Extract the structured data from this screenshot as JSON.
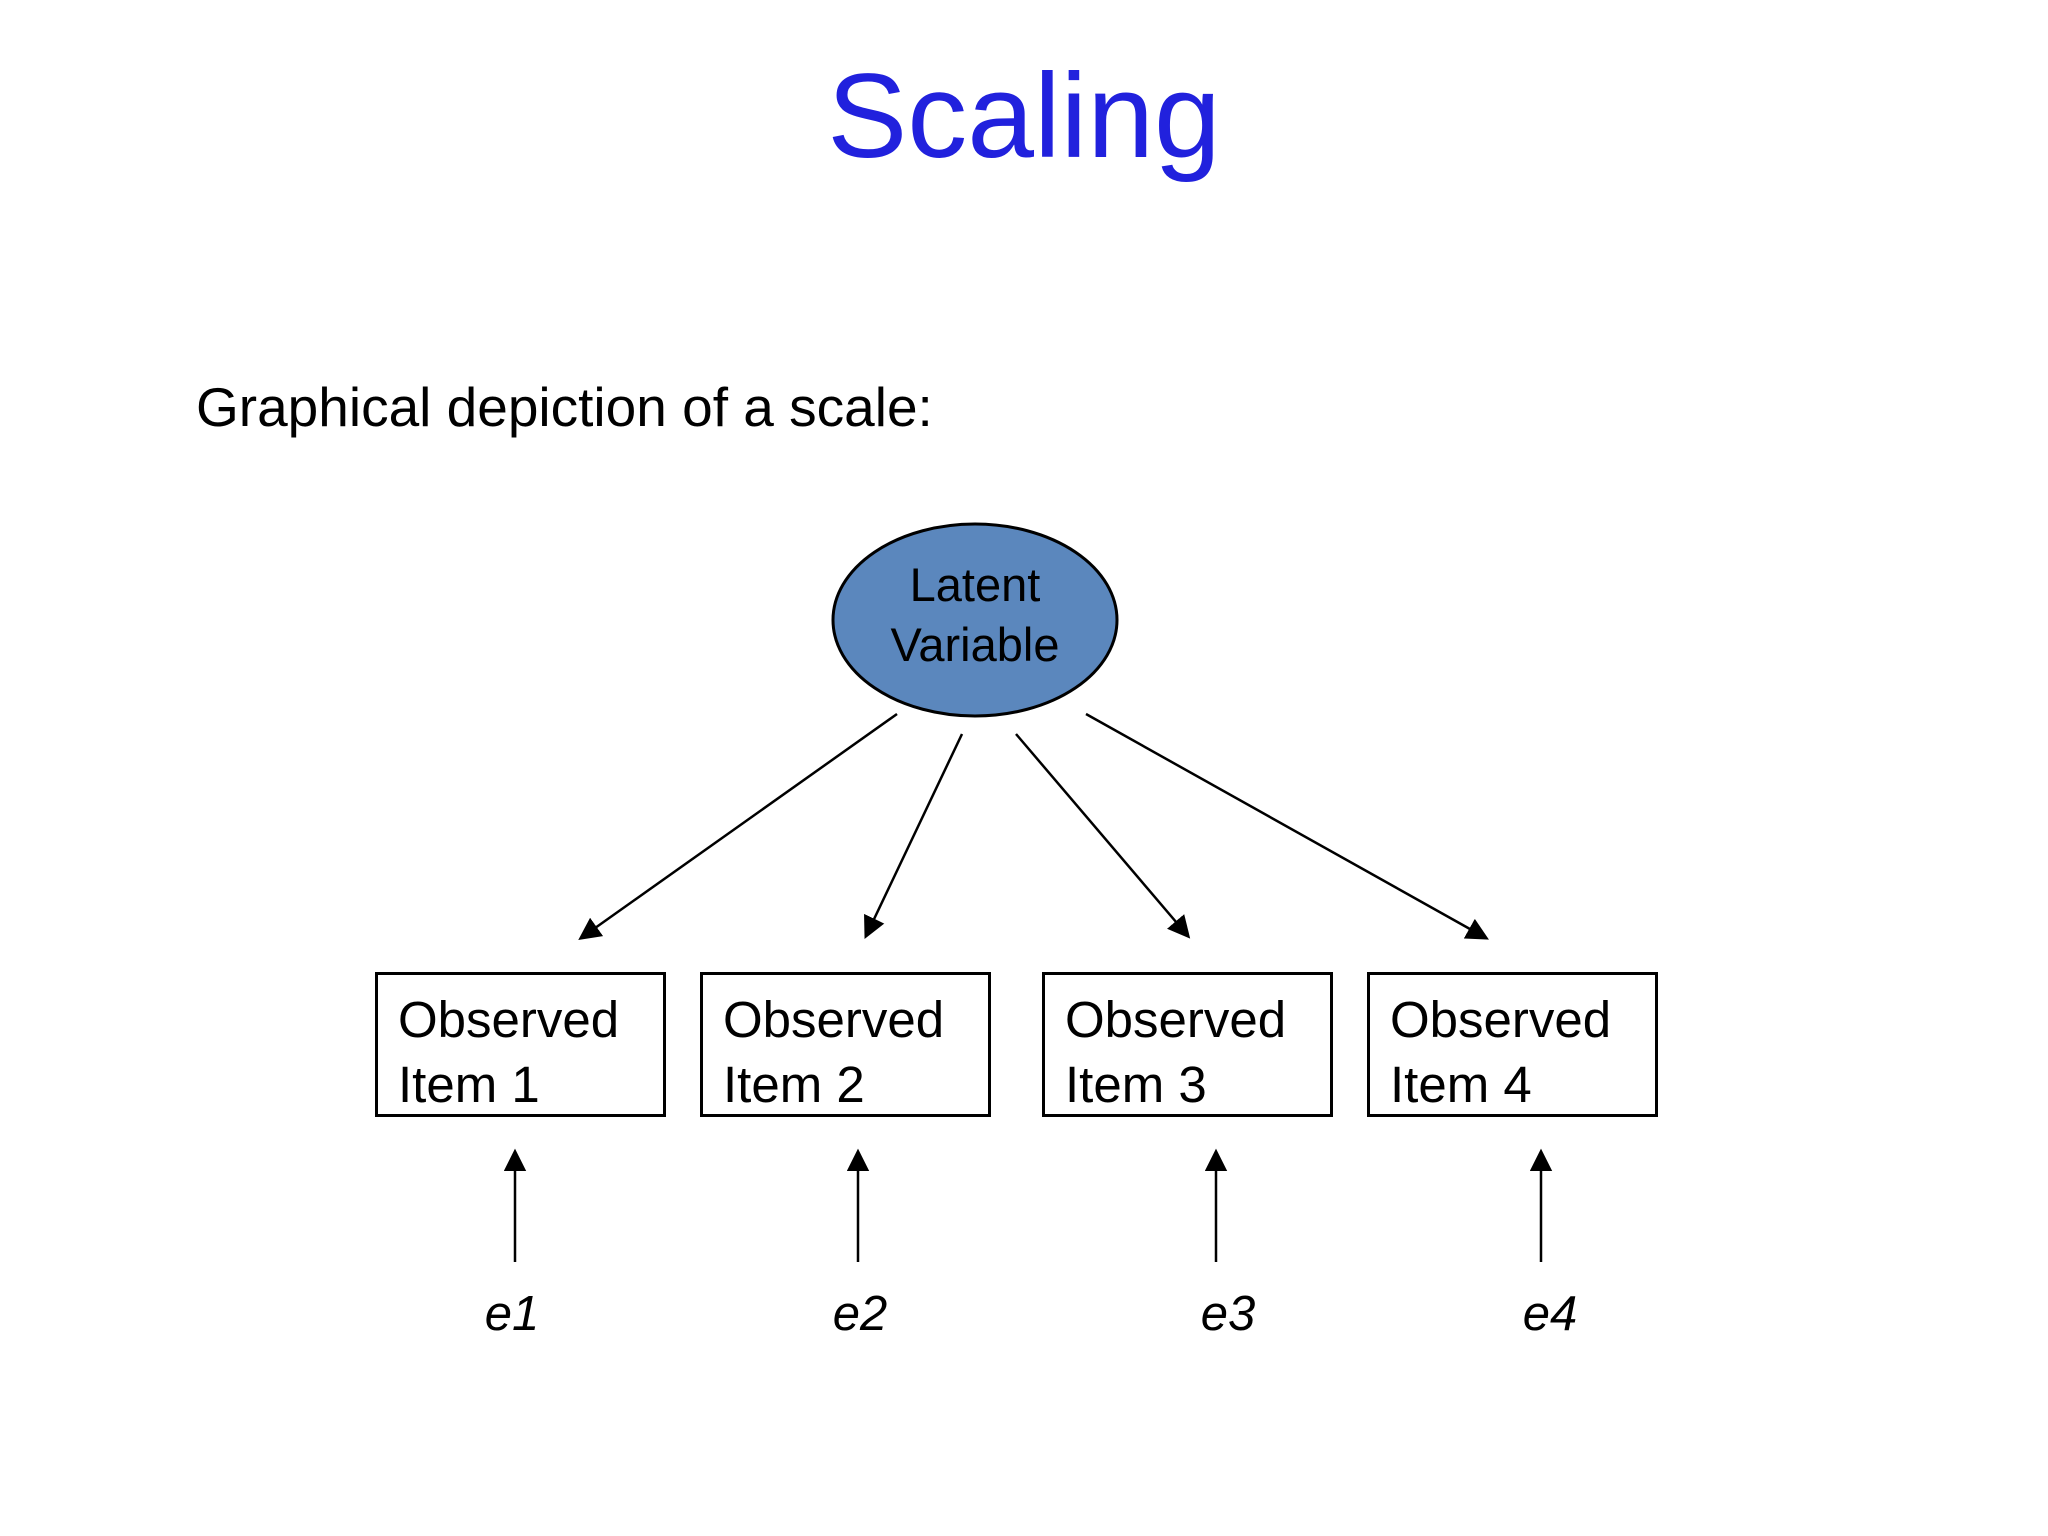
{
  "slide": {
    "title": "Scaling",
    "subtitle": "Graphical depiction of a scale:",
    "latent": {
      "label": "Latent Variable",
      "shape": "ellipse"
    },
    "observed_items": [
      {
        "label": "Observed Item 1",
        "error_label": "e1"
      },
      {
        "label": "Observed Item 2",
        "error_label": "e2"
      },
      {
        "label": "Observed Item 3",
        "error_label": "e3"
      },
      {
        "label": "Observed Item 4",
        "error_label": "e4"
      }
    ],
    "colors": {
      "title_text": "#2121dd",
      "latent_fill": "#5b87bd",
      "outline": "#000000",
      "background": "#ffffff"
    }
  },
  "diagram": {
    "type": "latent-variable-measurement-model",
    "edges": [
      "Latent Variable -> Observed Item 1",
      "Latent Variable -> Observed Item 2",
      "Latent Variable -> Observed Item 3",
      "Latent Variable -> Observed Item 4",
      "e1 -> Observed Item 1",
      "e2 -> Observed Item 2",
      "e3 -> Observed Item 3",
      "e4 -> Observed Item 4"
    ]
  }
}
